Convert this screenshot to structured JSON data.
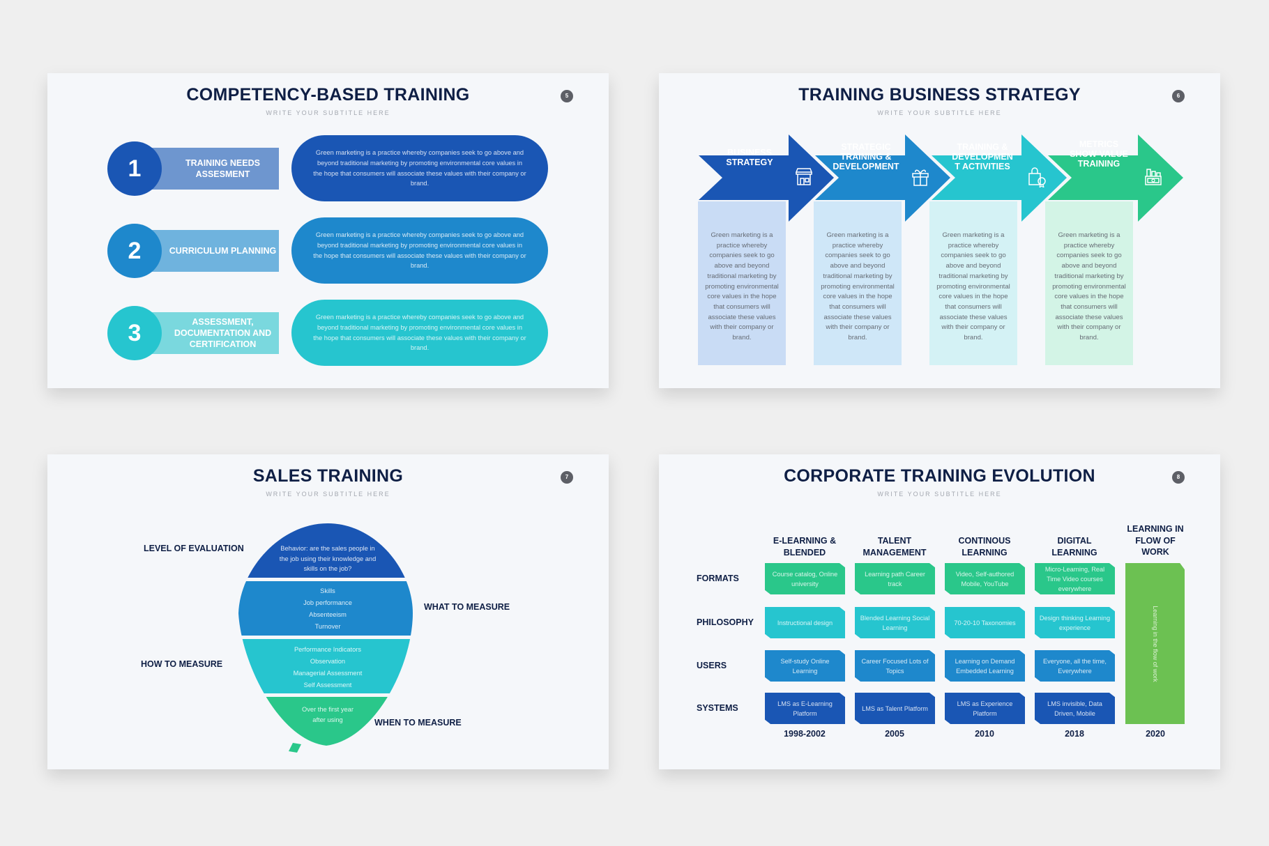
{
  "colors": {
    "dark_blue": "#1a56b4",
    "mid_blue": "#1e88cc",
    "teal": "#26c5cf",
    "green": "#2ac78a",
    "lime": "#6cc152",
    "navy": "#0f1f45"
  },
  "slides": [
    {
      "title": "COMPETENCY-BASED TRAINING",
      "subtitle": "WRITE YOUR SUBTITLE HERE",
      "page": "5",
      "rows": [
        {
          "number": "1",
          "label": "TRAINING NEEDS ASSESMENT",
          "text": "Green marketing is a practice whereby companies seek to go above and beyond traditional marketing by promoting environmental core values in the hope that consumers will associate these values with their company or brand.",
          "color": "#1a56b4",
          "label_color": "#6e96cf"
        },
        {
          "number": "2",
          "label": "CURRICULUM PLANNING",
          "text": "Green marketing is a practice whereby companies seek to go above and beyond traditional marketing by promoting environmental core values in the hope that consumers will associate these values with their company or brand.",
          "color": "#1e88cc",
          "label_color": "#6fb3de"
        },
        {
          "number": "3",
          "label": "ASSESSMENT, DOCUMENTATION AND CERTIFICATION",
          "text": "Green marketing is a practice whereby companies seek to go above and beyond traditional marketing by promoting environmental core values in the hope that consumers will associate these values with their company or brand.",
          "color": "#26c5cf",
          "label_color": "#7ad8de"
        }
      ]
    },
    {
      "title": "TRAINING BUSINESS STRATEGY",
      "subtitle": "WRITE YOUR SUBTITLE HERE",
      "page": "6",
      "steps": [
        {
          "label": "BUSINESS STRATEGY",
          "icon": "store-icon",
          "text": "Green marketing is a practice whereby companies seek to go above and beyond traditional marketing by promoting environmental core values in the hope that consumers will associate these values with their company or brand.",
          "color": "#1a56b4",
          "box_color": "#c9dcf5"
        },
        {
          "label": "STRATEGIC TRAINING & DEVELOPMENT",
          "icon": "gift-icon",
          "text": "Green marketing is a practice whereby companies seek to go above and beyond traditional marketing by promoting environmental core values in the hope that consumers will associate these values with their company or brand.",
          "color": "#1e88cc",
          "box_color": "#cfe7f8"
        },
        {
          "label": "TRAINING & DEVELOPMEN T ACTIVITIES",
          "icon": "shopping-bag-badge-icon",
          "text": "Green marketing is a practice whereby companies seek to go above and beyond traditional marketing by promoting environmental core values in the hope that consumers will associate these values with their company or brand.",
          "color": "#26c5cf",
          "box_color": "#d4f2f5"
        },
        {
          "label": "METRICS SHOW VALUE TRAINING",
          "icon": "money-chart-icon",
          "text": "Green marketing is a practice whereby companies seek to go above and beyond traditional marketing by promoting environmental core values in the hope that consumers will associate these values with their company or brand.",
          "color": "#2ac78a",
          "box_color": "#d3f4e6"
        }
      ]
    },
    {
      "title": "SALES TRAINING",
      "subtitle": "WRITE YOUR SUBTITLE HERE",
      "page": "7",
      "labels": {
        "level": "LEVEL OF EVALUATION",
        "what": "WHAT TO MEASURE",
        "how": "HOW TO MEASURE",
        "when": "WHEN TO MEASURE"
      },
      "sections": [
        {
          "lines": [
            "Behavior: are the sales people in",
            "the job using their knowledge and",
            "skills on the job?"
          ],
          "color": "#1a56b4"
        },
        {
          "lines": [
            "Skills",
            "Job performance",
            "Absenteeism",
            "Turnover"
          ],
          "color": "#1e88cc"
        },
        {
          "lines": [
            "Performance Indicators",
            "Observation",
            "Managerial Assessment",
            "Self Assessment"
          ],
          "color": "#26c5cf"
        },
        {
          "lines": [
            "Over the first year",
            "after using"
          ],
          "color": "#2ac78a"
        }
      ]
    },
    {
      "title": "CORPORATE TRAINING EVOLUTION",
      "subtitle": "WRITE YOUR SUBTITLE HERE",
      "page": "8",
      "columns": [
        {
          "header": "E-LEARNING & BLENDED",
          "year": "1998-2002"
        },
        {
          "header": "TALENT MANAGEMENT",
          "year": "2005"
        },
        {
          "header": "CONTINOUS LEARNING",
          "year": "2010"
        },
        {
          "header": "DIGITAL LEARNING",
          "year": "2018"
        },
        {
          "header": "LEARNING IN FLOW OF WORK",
          "year": "2020"
        }
      ],
      "rows": [
        {
          "label": "FORMATS",
          "color": "#2ac78a",
          "cells": [
            "Course catalog, Online university",
            "Learning path Career track",
            "Video, Self-authored Mobile, YouTube",
            "Micro-Learning, Real Time Video courses everywhere"
          ]
        },
        {
          "label": "PHILOSOPHY",
          "color": "#26c5cf",
          "cells": [
            "Instructional design",
            "Blended Learning Social Learning",
            "70-20-10 Taxonomies",
            "Design thinking Learning experience"
          ]
        },
        {
          "label": "USERS",
          "color": "#1e88cc",
          "cells": [
            "Self-study Online Learning",
            "Career Focused Lots of Topics",
            "Learning on Demand Embedded Learning",
            "Everyone, all the time, Everywhere"
          ]
        },
        {
          "label": "SYSTEMS",
          "color": "#1a56b4",
          "cells": [
            "LMS as E-Learning Platform",
            "LMS as Talent Platform",
            "LMS as Experience Platform",
            "LMS invisible, Data Driven, Mobile"
          ]
        }
      ],
      "flow_text": "Learning in the flow of work",
      "flow_color": "#6cc152"
    }
  ]
}
